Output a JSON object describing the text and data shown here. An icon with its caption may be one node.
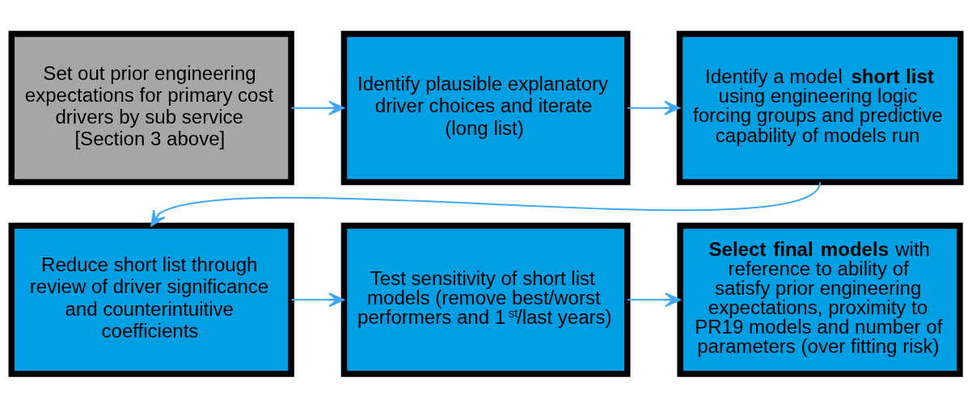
{
  "diagram": {
    "nodes": [
      {
        "text": [
          "Set out prior engineering expectations for primary cost drivers by sub service [Section 3 above]"
        ]
      },
      {
        "text": [
          "Identify plausible explanatory driver choices and iterate (long list)"
        ]
      },
      {
        "text": [
          "Identify a model **short list** using engineering logic forcing groups and predictive capability of models run"
        ]
      },
      {
        "text": [
          "Reduce short list through review of driver significance and counterintuitive coefficients"
        ]
      },
      {
        "text": [
          "Test sensitivity of short list models (remove best/worst performers and 1$^{st}$/last years)"
        ]
      },
      {
        "text": [
          "**Select final models** with reference to ability of satisfy prior engineering expectations, proximity to PR19 models and number of parameters (over fitting risk)"
        ]
      }
    ],
    "edges": [
      {
        "from": 0,
        "to": 1,
        "arrow": "to"
      },
      {
        "from": 1,
        "to": 2,
        "arrow": "to"
      },
      {
        "from": 2,
        "to": 3,
        "arrow": "to"
      },
      {
        "from": 3,
        "to": 4,
        "arrow": "to"
      },
      {
        "from": 4,
        "to": 5,
        "arrow": "to"
      }
    ]
  }
}
